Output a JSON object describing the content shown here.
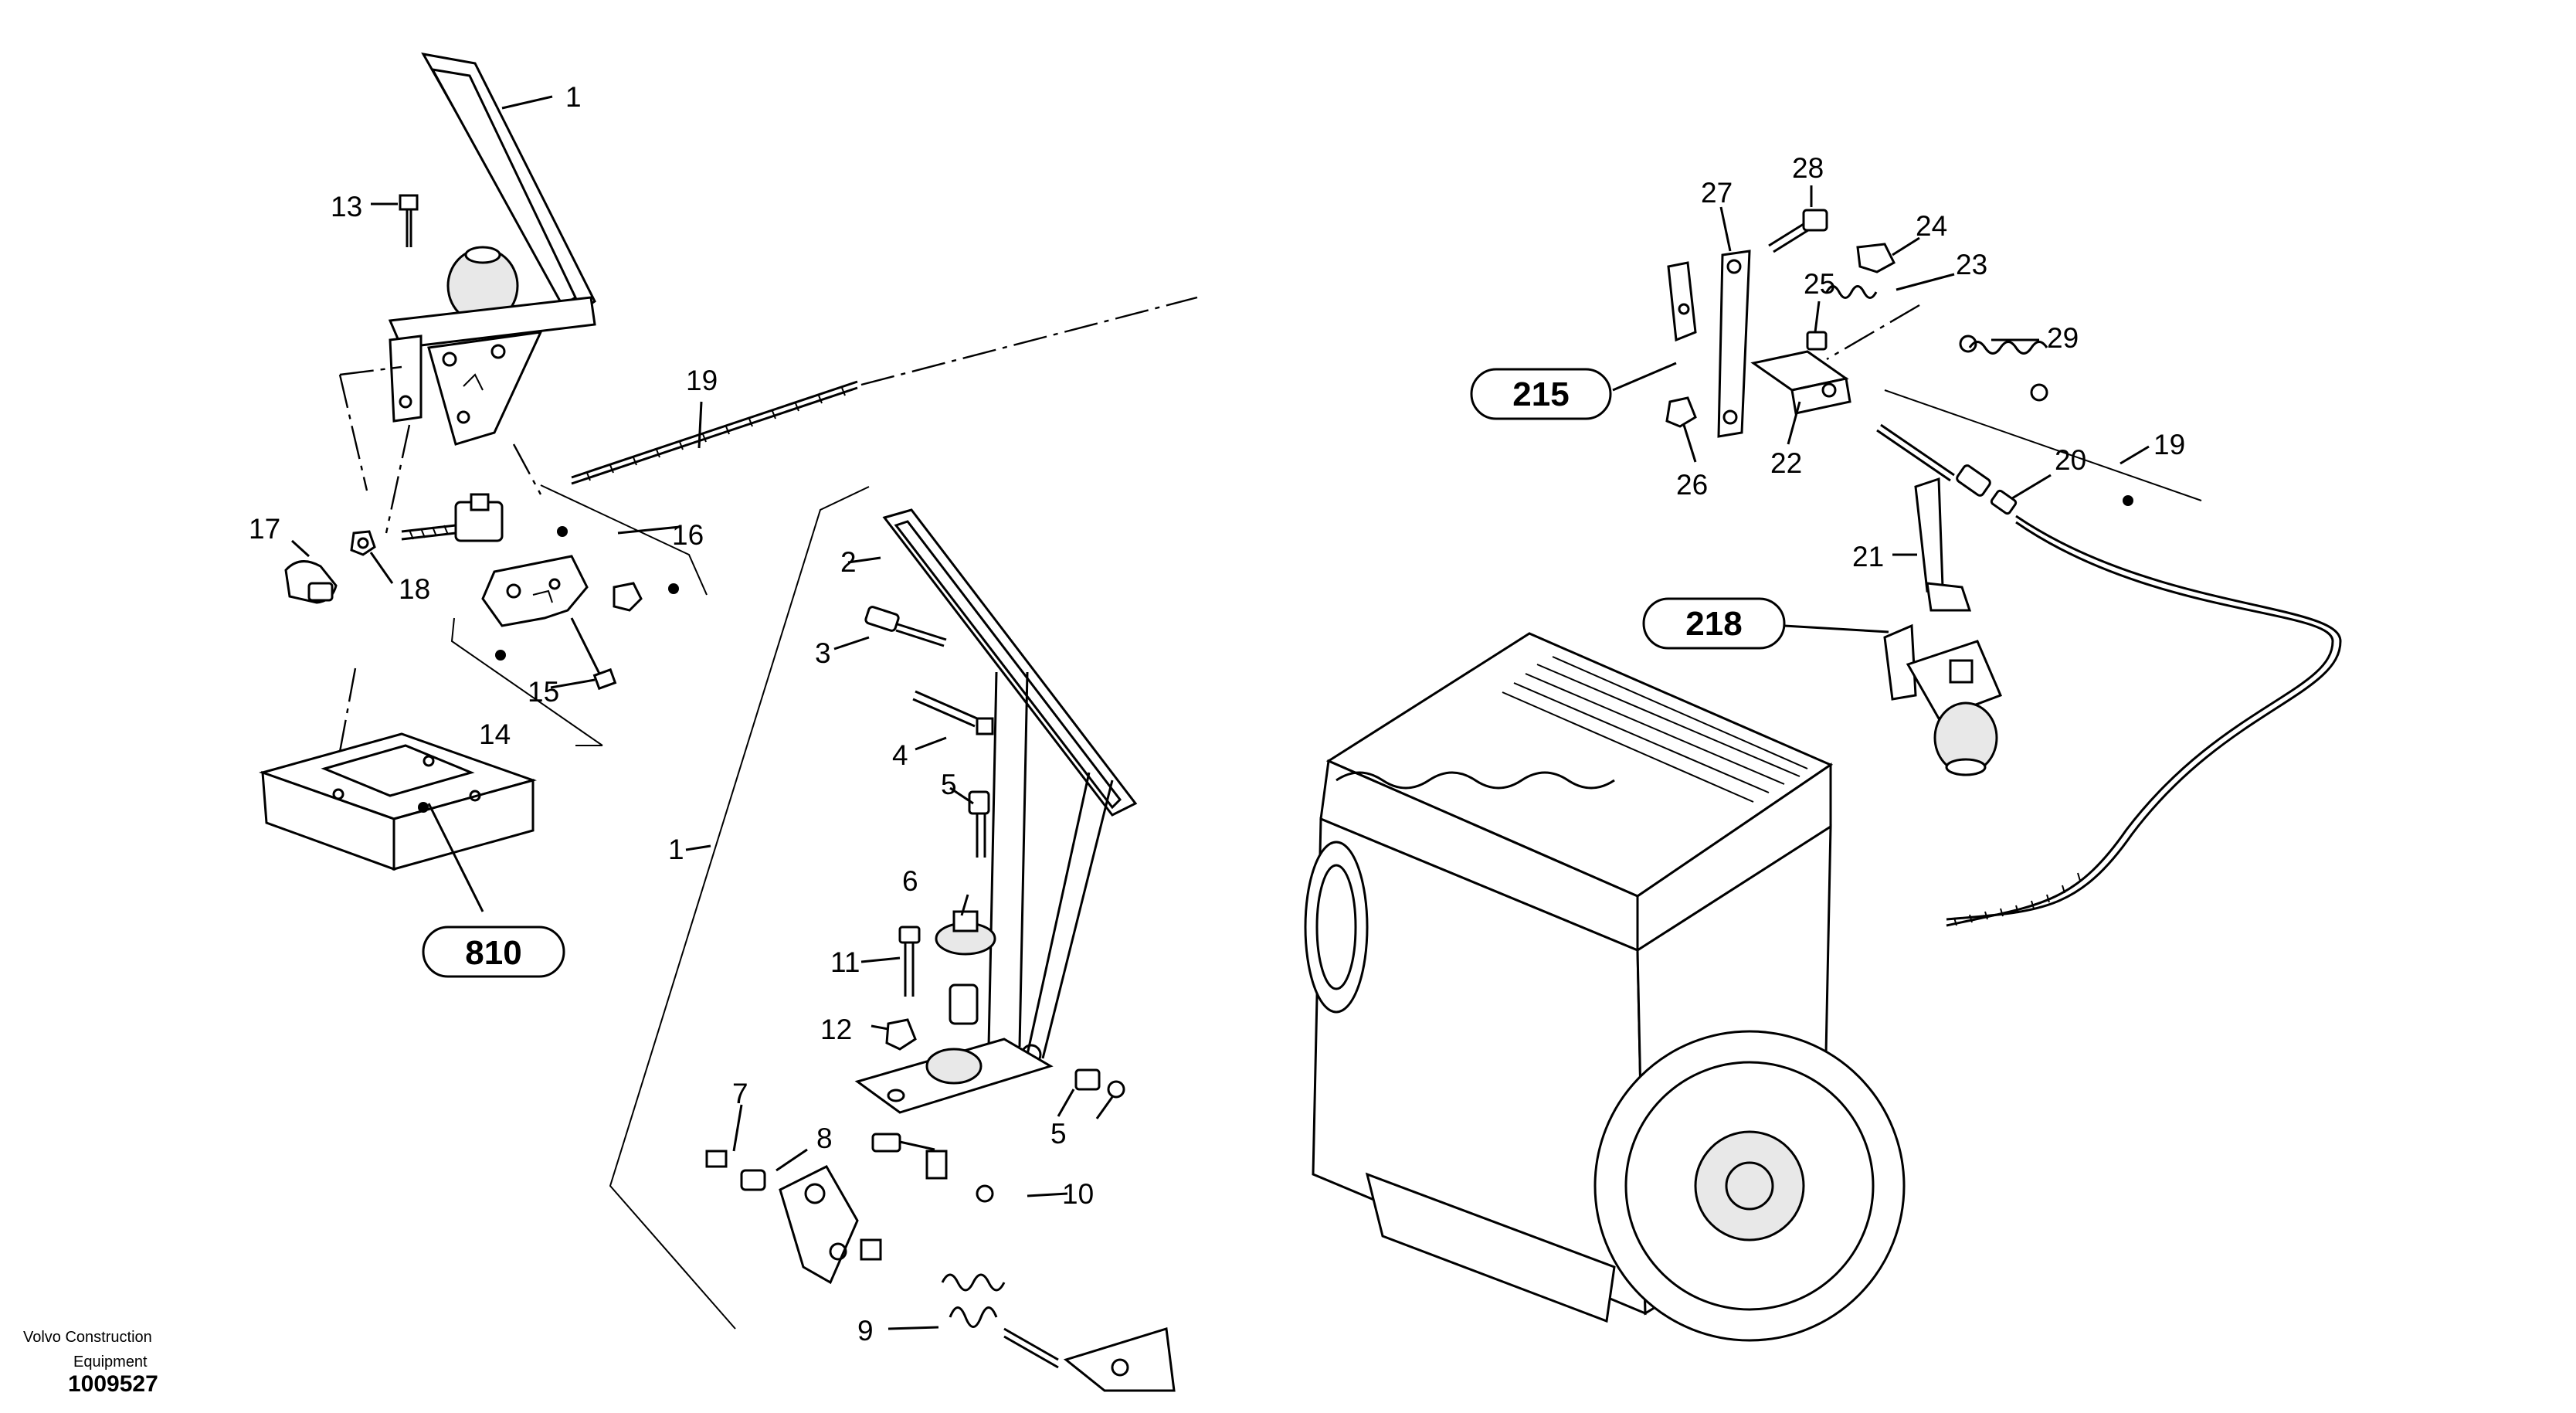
{
  "callouts": {
    "c1a": "1",
    "c13": "13",
    "c19a": "19",
    "c17": "17",
    "c18": "18",
    "c16": "16",
    "c15": "15",
    "c14": "14",
    "c2": "2",
    "c3": "3",
    "c4": "4",
    "c5a": "5",
    "c1b": "1",
    "c6": "6",
    "c11": "11",
    "c12": "12",
    "c7": "7",
    "c8": "8",
    "c5b": "5",
    "c10": "10",
    "c9": "9",
    "c28": "28",
    "c27": "27",
    "c24": "24",
    "c23": "23",
    "c25": "25",
    "c29": "29",
    "c22": "22",
    "c26": "26",
    "c20": "20",
    "c19b": "19",
    "c21": "21"
  },
  "references": {
    "r215": "215",
    "r218": "218",
    "r810": "810"
  },
  "credit": {
    "line1": "Volvo Construction",
    "line2": "Equipment",
    "id": "1009527"
  }
}
